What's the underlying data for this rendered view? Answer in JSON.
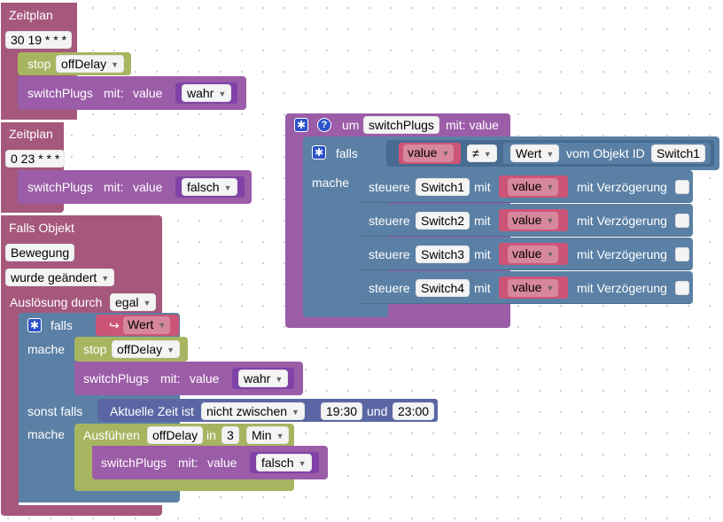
{
  "schedule1": {
    "label": "Zeitplan",
    "cron": "30 19 * * *"
  },
  "stop1": {
    "label": "stop",
    "target": "offDelay"
  },
  "call1": {
    "proc": "switchPlugs",
    "mit": "mit:",
    "param": "value",
    "arg": "wahr"
  },
  "schedule2": {
    "label": "Zeitplan",
    "cron": "0 23 * * *"
  },
  "call2": {
    "proc": "switchPlugs",
    "mit": "mit:",
    "param": "value",
    "arg": "falsch"
  },
  "trigger": {
    "label": "Falls Objekt",
    "object": "Bewegung",
    "event": "wurde geändert",
    "cause_label": "Auslösung durch",
    "cause": "egal"
  },
  "if1": {
    "falls": "falls",
    "value_sym": "↪",
    "value": "Wert",
    "mache": "mache"
  },
  "stop2": {
    "label": "stop",
    "target": "offDelay"
  },
  "call3": {
    "proc": "switchPlugs",
    "mit": "mit:",
    "param": "value",
    "arg": "wahr"
  },
  "elseif": {
    "label": "sonst falls",
    "time_label": "Aktuelle Zeit ist",
    "op": "nicht zwischen",
    "from": "19:30",
    "und": "und",
    "to": "23:00",
    "mache": "mache"
  },
  "exec": {
    "label": "Ausführen",
    "name": "offDelay",
    "in": "in",
    "amount": "3",
    "unit": "Min"
  },
  "call4": {
    "proc": "switchPlugs",
    "mit": "mit:",
    "param": "value",
    "arg": "falsch"
  },
  "procdef": {
    "help": "?",
    "um": "um",
    "name": "switchPlugs",
    "mit": "mit: value",
    "falls": "falls",
    "mache": "mache",
    "cond": {
      "var": "value",
      "op": "≠",
      "state": "Wert",
      "vom": "vom Objekt ID",
      "id": "Switch1"
    },
    "rows": [
      {
        "steuere": "steuere",
        "target": "Switch1",
        "mit": "mit",
        "value": "value",
        "delay": "mit Verzögerung"
      },
      {
        "steuere": "steuere",
        "target": "Switch2",
        "mit": "mit",
        "value": "value",
        "delay": "mit Verzögerung"
      },
      {
        "steuere": "steuere",
        "target": "Switch3",
        "mit": "mit",
        "value": "value",
        "delay": "mit Verzögerung"
      },
      {
        "steuere": "steuere",
        "target": "Switch4",
        "mit": "mit",
        "value": "value",
        "delay": "mit Verzögerung"
      }
    ]
  }
}
